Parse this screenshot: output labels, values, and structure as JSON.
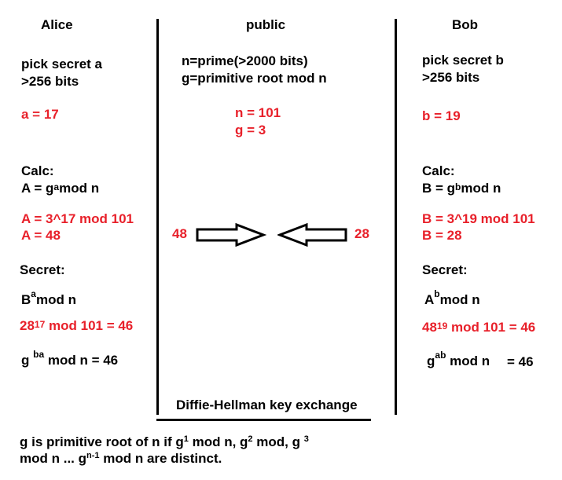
{
  "columns": {
    "alice": "Alice",
    "public": "public",
    "bob": "Bob"
  },
  "alice": {
    "pick_line1": "pick secret a",
    "pick_line2": ">256 bits",
    "secret_value": "a = 17",
    "calc_label": "Calc:",
    "calc_base": "A = g",
    "calc_exp": "a",
    "calc_tail": "mod n",
    "calc_red1": "A = 3^17 mod 101",
    "calc_red2": "A = 48",
    "secret_label": "Secret:",
    "secret_base": "B",
    "secret_exp": "a",
    "secret_tail": "mod n",
    "result_base": "28",
    "result_exp": "17",
    "result_tail": " mod 101 = 46",
    "final_base": "g",
    "final_exp": "ba",
    "final_tail": " mod n  = 46"
  },
  "public": {
    "line1": "n=prime(>2000 bits)",
    "line2": "g=primitive root mod n",
    "n_value": "n = 101",
    "g_value": "g = 3",
    "left_number": "48",
    "right_number": "28",
    "caption": "Diffie-Hellman key exchange"
  },
  "bob": {
    "pick_line1": "pick secret b",
    "pick_line2": ">256 bits",
    "secret_value": "b = 19",
    "calc_label": "Calc:",
    "calc_base": "B = g",
    "calc_exp": "b",
    "calc_tail": "mod n",
    "calc_red1": "B = 3^19 mod 101",
    "calc_red2": "B = 28",
    "secret_label": "Secret:",
    "secret_base": "A",
    "secret_exp": "b",
    "secret_tail": "mod n",
    "result_base": "48",
    "result_exp": "19",
    "result_tail": " mod 101 = 46",
    "final_base": "g",
    "final_exp": "ab",
    "final_tail": "mod n",
    "final_value": "= 46"
  },
  "footnote": {
    "l1a": "g is primitive root of n if g",
    "l1exp1": "1",
    "l1b": "  mod n, g",
    "l1exp2": "2",
    "l1c": " mod, g",
    "l1exp3": "3",
    "l2a": "mod n ... g",
    "l2exp": "n-1",
    "l2b": "   mod n are distinct."
  },
  "colors": {
    "highlight": "#e8202a",
    "text": "#000000"
  },
  "icons": {
    "left_arrow": "arrow-right-icon",
    "right_arrow": "arrow-left-icon"
  }
}
